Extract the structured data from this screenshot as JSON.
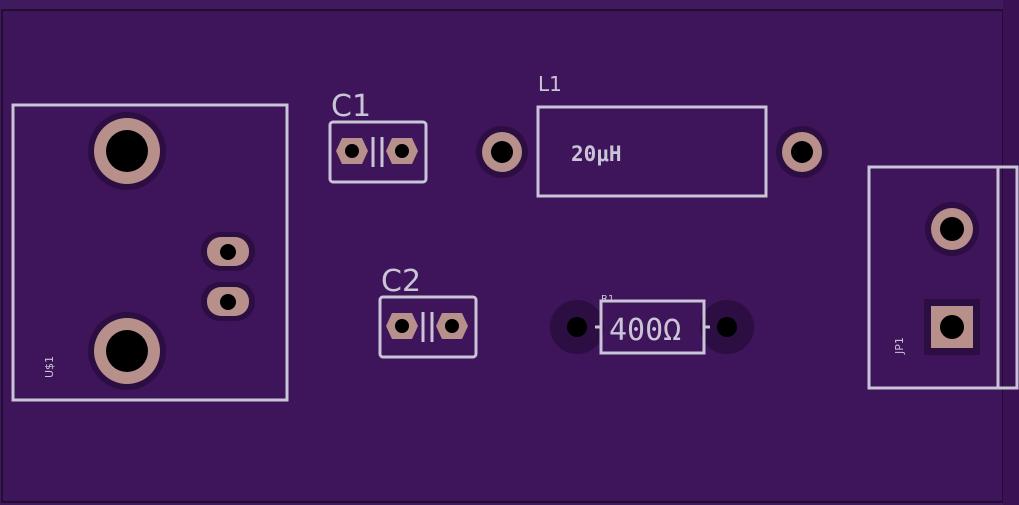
{
  "board": {
    "background": "#401a5e",
    "board_fill": "#3e145a",
    "outline_color": "#1a0a24",
    "silk_color": "#c9c4d6",
    "pad_color": "#b7908c",
    "drill_color": "#000000"
  },
  "components": {
    "c1": {
      "name": "C1"
    },
    "c2": {
      "name": "C2"
    },
    "l1": {
      "name": "L1",
      "value": "20μH"
    },
    "r1": {
      "name": "R1",
      "value": "400Ω"
    },
    "u1": {
      "name": "U$1"
    },
    "jp1": {
      "name": "JP1"
    }
  }
}
